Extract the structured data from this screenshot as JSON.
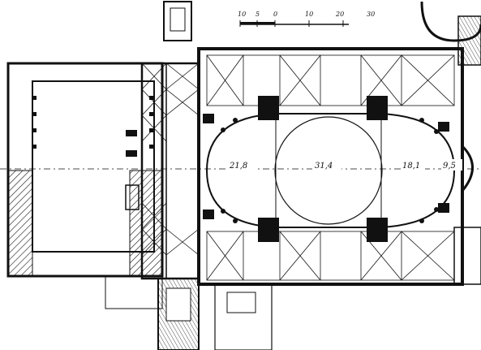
{
  "scale_bar": {
    "ticks": [
      "10",
      "5",
      "0",
      "10",
      "20",
      "30"
    ]
  },
  "dimensions": [
    {
      "value": "21,8"
    },
    {
      "value": "31,4"
    },
    {
      "value": "18,1"
    },
    {
      "value": "9,5"
    }
  ]
}
